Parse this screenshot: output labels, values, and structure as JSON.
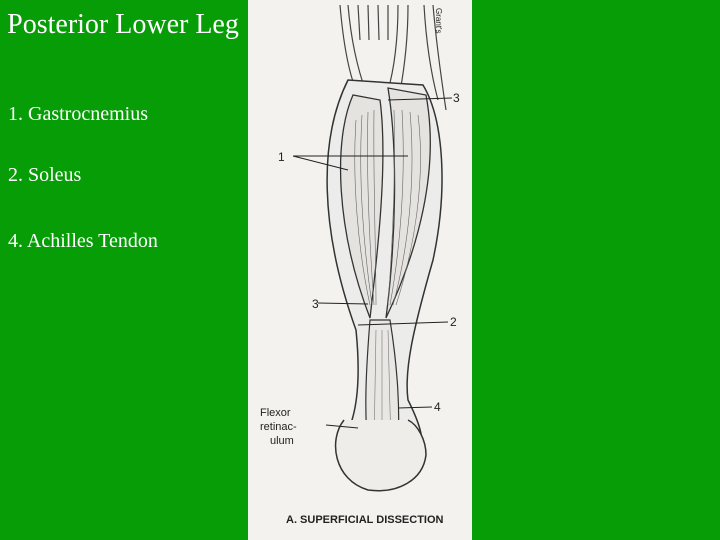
{
  "title": "Posterior Lower Leg",
  "bullets": [
    "1. Gastrocnemius",
    "2. Soleus",
    "4. Achilles Tendon"
  ],
  "figure": {
    "labels": {
      "one": "1",
      "two": "2",
      "three_top": "3",
      "three_mid": "3",
      "four": "4",
      "flexor": "Flexor",
      "retinac": "retinac-",
      "ulum": "ulum"
    },
    "caption": "A. SUPERFICIAL DISSECTION",
    "corner_text": "Grant's"
  },
  "colors": {
    "background": "#079d07",
    "text": "#ffffff",
    "figure_bg": "#f3f2ee"
  }
}
